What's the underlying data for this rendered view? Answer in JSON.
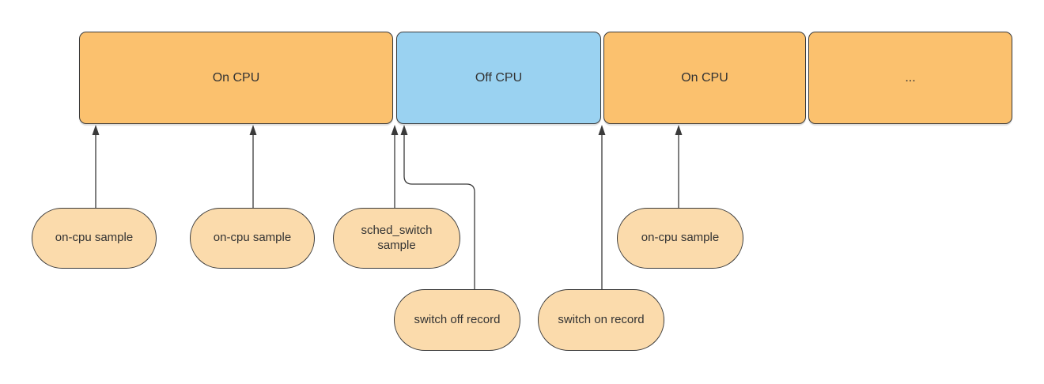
{
  "diagram": {
    "description": "Timeline of a thread alternating between on-CPU and off-CPU states, with profiler samples and scheduler records annotated below",
    "colors": {
      "on_cpu_fill": "#fbc16e",
      "off_cpu_fill": "#9ad2f1",
      "callout_fill": "#fbdbac",
      "stroke": "#3a3a3a",
      "text": "#333333",
      "background": "#ffffff"
    },
    "timeline": {
      "blocks": [
        {
          "label": "On CPU",
          "state": "on-cpu"
        },
        {
          "label": "Off CPU",
          "state": "off-cpu"
        },
        {
          "label": "On CPU",
          "state": "on-cpu"
        },
        {
          "label": "...",
          "state": "on-cpu"
        }
      ]
    },
    "callouts": [
      {
        "label": "on-cpu sample",
        "points_to": "On CPU (first block)"
      },
      {
        "label": "on-cpu sample",
        "points_to": "On CPU (first block)"
      },
      {
        "label": "sched_switch sample",
        "points_to": "end of first On CPU block"
      },
      {
        "label": "switch off record",
        "points_to": "start of Off CPU block"
      },
      {
        "label": "switch on record",
        "points_to": "start of second On CPU block"
      },
      {
        "label": "on-cpu sample",
        "points_to": "On CPU (second block)"
      }
    ]
  }
}
